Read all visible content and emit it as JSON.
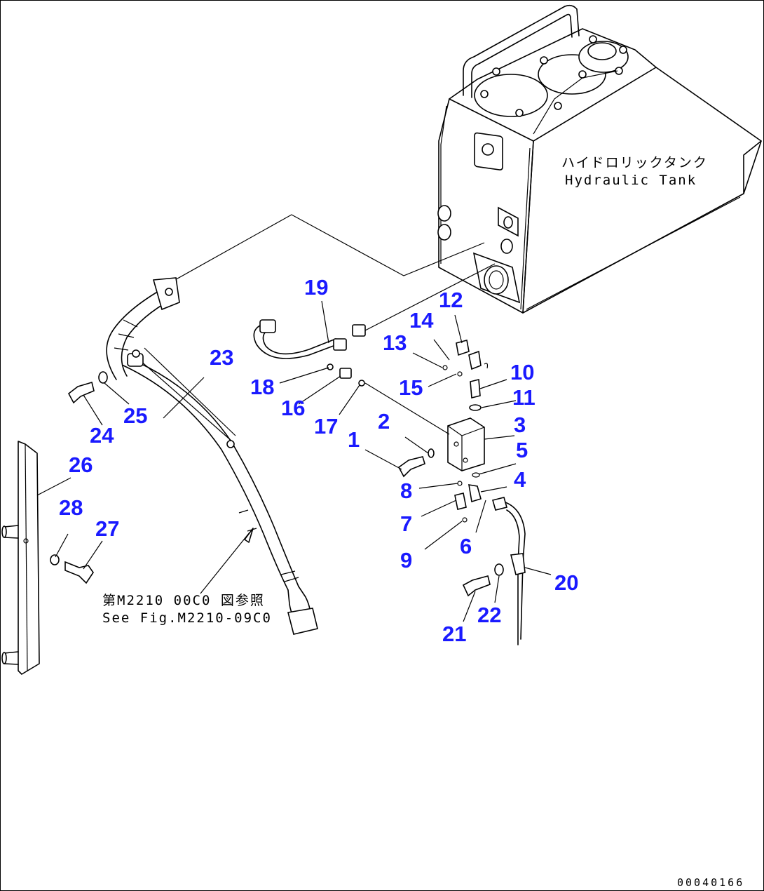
{
  "labels": {
    "tank_jp": "ハイドロリックタンク",
    "tank_en": "Hydraulic Tank",
    "ref_jp": "第M2210 00C0 図参照",
    "ref_en": "See Fig.M2210-09C0",
    "drawing_code": "00040166"
  },
  "callouts": [
    "1",
    "2",
    "3",
    "4",
    "5",
    "6",
    "7",
    "8",
    "9",
    "10",
    "11",
    "12",
    "13",
    "14",
    "15",
    "16",
    "17",
    "18",
    "19",
    "20",
    "21",
    "22",
    "23",
    "24",
    "25",
    "26",
    "27",
    "28"
  ],
  "colors": {
    "callout": "#1a1aff",
    "line": "#000000",
    "background": "#ffffff"
  }
}
